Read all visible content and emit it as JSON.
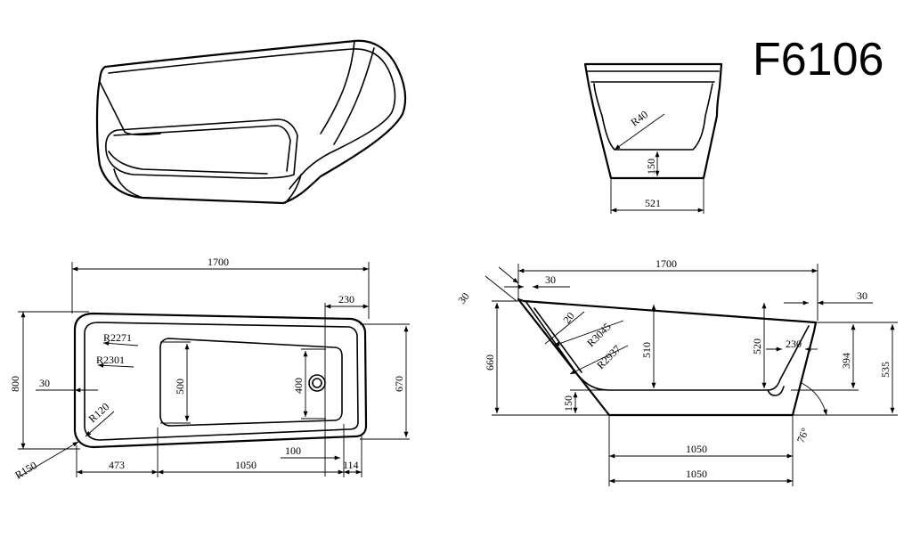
{
  "model": "F6106",
  "iso_view": {},
  "end_view": {
    "radius": "R40",
    "height": "150",
    "width": "521"
  },
  "plan_view": {
    "overall_length": "1700",
    "right_offset": "230",
    "overall_width": "800",
    "rim": "30",
    "r_outer": "R2271",
    "r_inner": "R2301",
    "r_corner": "R120",
    "r_base": "R150",
    "basin_width": "500",
    "drain_width": "400",
    "right_width": "670",
    "drain_offset": "100",
    "left_offset": "473",
    "basin_length": "1050",
    "right_rim": "114"
  },
  "side_view": {
    "overall_length": "1700",
    "rim_left": "30",
    "rim_right": "30",
    "slope_rim": "30",
    "slope_rim2": "20",
    "overall_height": "660",
    "r_backrest": "R3045",
    "r_backrest2": "R2937",
    "base_height": "150",
    "inner_depth": "510",
    "rim_height": "520",
    "right_offset": "230",
    "right_inner_height": "394",
    "right_height": "535",
    "angle": "76°",
    "base_length_inner": "1050",
    "base_length": "1050"
  }
}
